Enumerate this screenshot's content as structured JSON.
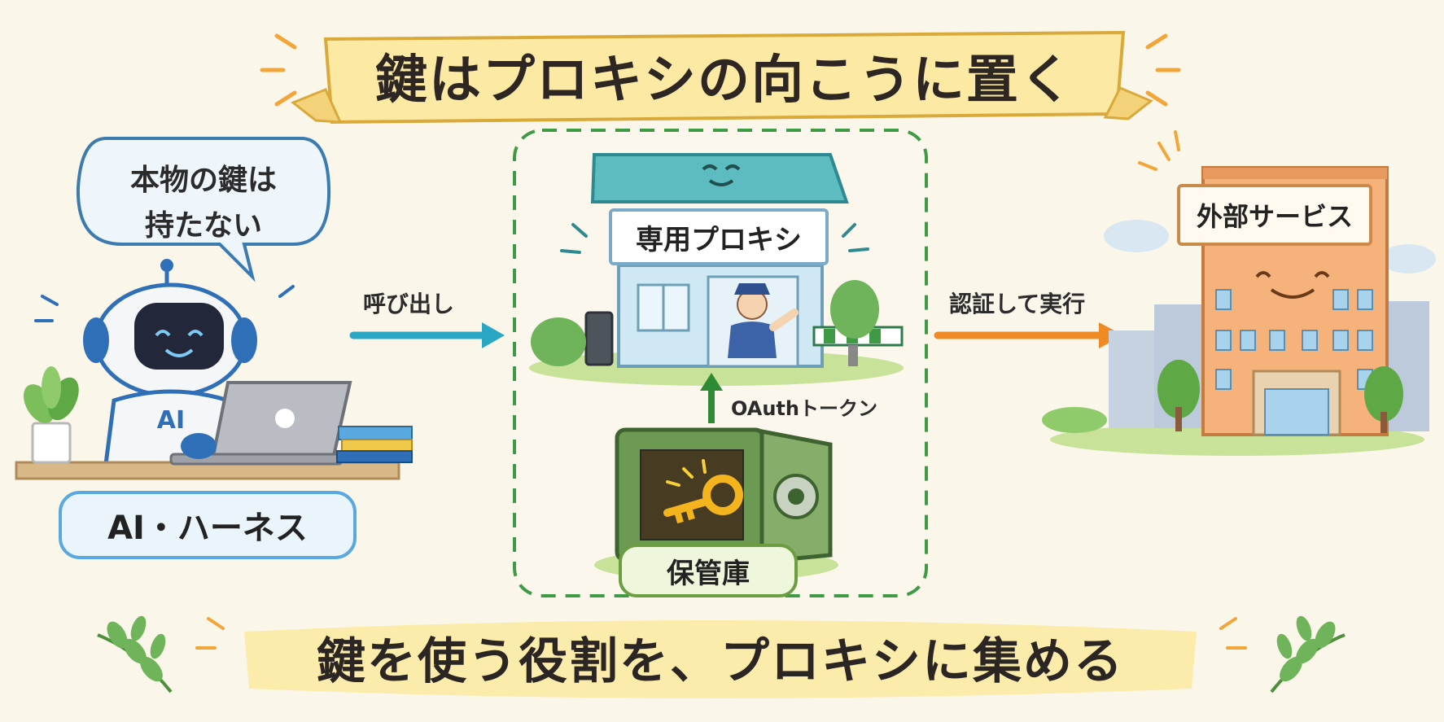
{
  "title": "鍵はプロキシの向こうに置く",
  "harness": {
    "speech": [
      "本物の鍵は",
      "持たない"
    ],
    "robot_badge": "AI",
    "label": "AI・ハーネス"
  },
  "flow": {
    "call_label": "呼び出し",
    "token_label": "OAuthトークン",
    "auth_label": "認証して実行"
  },
  "proxy": {
    "label": "専用プロキシ"
  },
  "vault": {
    "label": "保管庫"
  },
  "external": {
    "label": "外部サービス"
  },
  "bottom_message": "鍵を使う役割を、プロキシに集める",
  "colors": {
    "background": "#fbf6ea",
    "call_arrow": "#2aa7c4",
    "token_arrow": "#2f8a35",
    "auth_arrow": "#f08a24",
    "dashed_box": "#3f9a45",
    "harness_accent": "#5aa8e0"
  }
}
